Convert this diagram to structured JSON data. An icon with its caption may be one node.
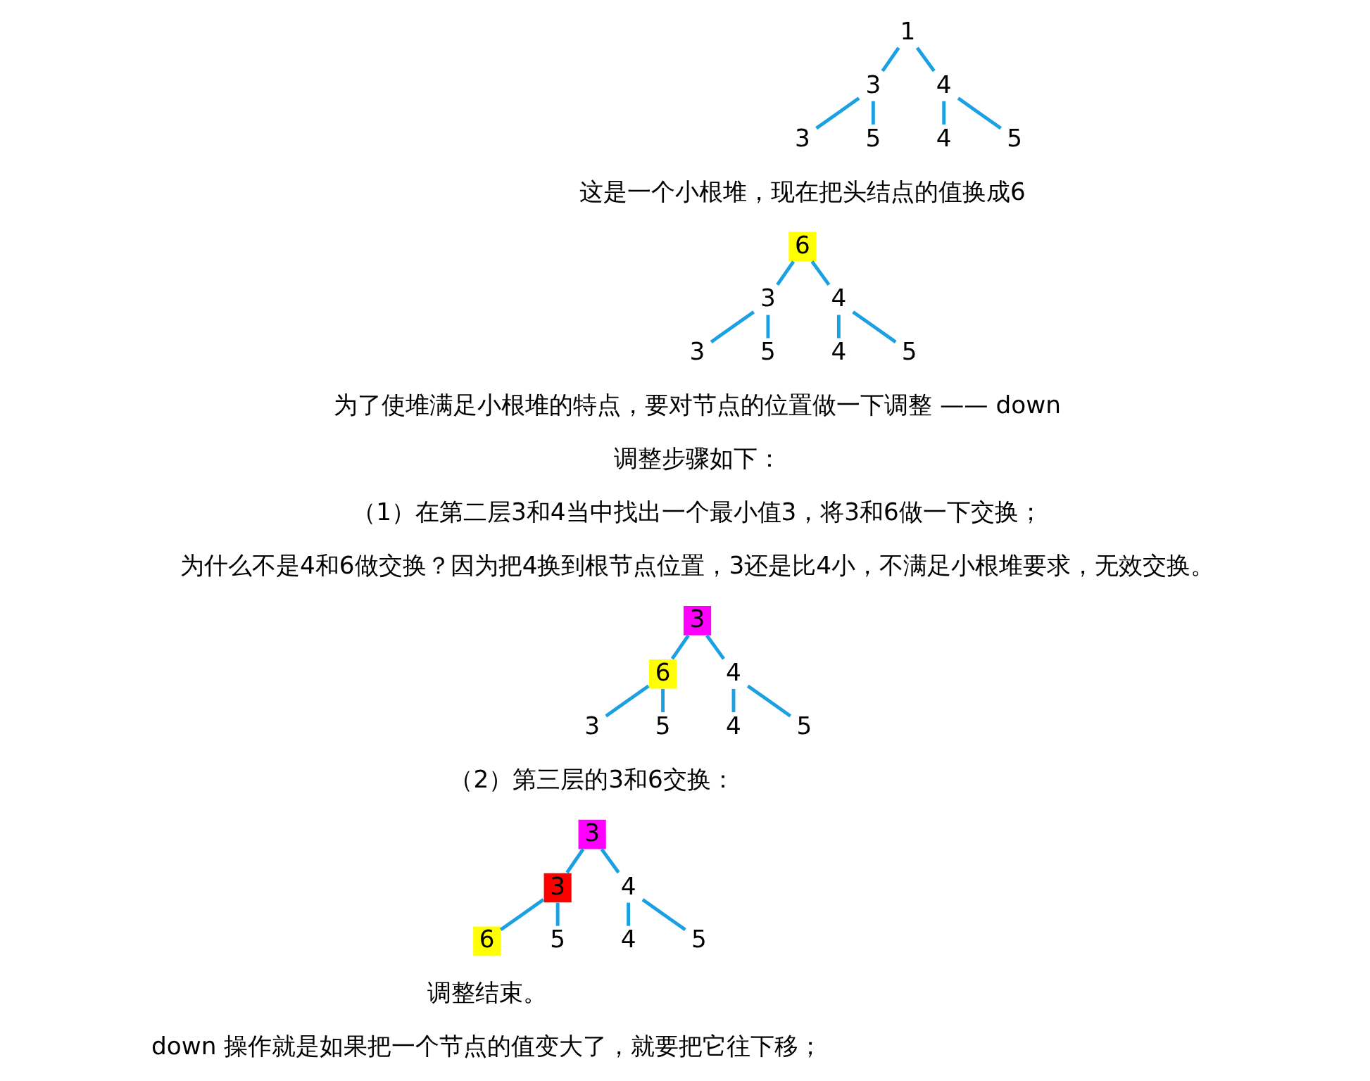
{
  "diagram": {
    "nodes": [
      {
        "text": [
          "1"
        ]
      },
      {
        "text": [
          "3"
        ]
      },
      {
        "text": [
          "4"
        ]
      },
      {
        "text": [
          "3"
        ]
      },
      {
        "text": [
          "5"
        ]
      },
      {
        "text": [
          "4"
        ]
      },
      {
        "text": [
          "5"
        ]
      },
      {
        "text": [
          "6"
        ]
      },
      {
        "text": [
          "3"
        ]
      },
      {
        "text": [
          "4"
        ]
      },
      {
        "text": [
          "3"
        ]
      },
      {
        "text": [
          "5"
        ]
      },
      {
        "text": [
          "4"
        ]
      },
      {
        "text": [
          "5"
        ]
      },
      {
        "text": [
          "3"
        ]
      },
      {
        "text": [
          "6"
        ]
      },
      {
        "text": [
          "4"
        ]
      },
      {
        "text": [
          "3"
        ]
      },
      {
        "text": [
          "5"
        ]
      },
      {
        "text": [
          "4"
        ]
      },
      {
        "text": [
          "5"
        ]
      },
      {
        "text": [
          "3"
        ]
      },
      {
        "text": [
          "3"
        ]
      },
      {
        "text": [
          "4"
        ]
      },
      {
        "text": [
          "6"
        ]
      },
      {
        "text": [
          "5"
        ]
      },
      {
        "text": [
          "4"
        ]
      },
      {
        "text": [
          "5"
        ]
      }
    ],
    "edges": [
      {
        "from": 0,
        "to": 1,
        "arrow": "none"
      },
      {
        "from": 0,
        "to": 2,
        "arrow": "none"
      },
      {
        "from": 1,
        "to": 3,
        "arrow": "none"
      },
      {
        "from": 1,
        "to": 4,
        "arrow": "none"
      },
      {
        "from": 2,
        "to": 5,
        "arrow": "none"
      },
      {
        "from": 2,
        "to": 6,
        "arrow": "none"
      },
      {
        "from": 7,
        "to": 8,
        "arrow": "none"
      },
      {
        "from": 7,
        "to": 9,
        "arrow": "none"
      },
      {
        "from": 8,
        "to": 10,
        "arrow": "none"
      },
      {
        "from": 8,
        "to": 11,
        "arrow": "none"
      },
      {
        "from": 9,
        "to": 12,
        "arrow": "none"
      },
      {
        "from": 9,
        "to": 13,
        "arrow": "none"
      },
      {
        "from": 14,
        "to": 15,
        "arrow": "none"
      },
      {
        "from": 14,
        "to": 16,
        "arrow": "none"
      },
      {
        "from": 15,
        "to": 17,
        "arrow": "none"
      },
      {
        "from": 15,
        "to": 18,
        "arrow": "none"
      },
      {
        "from": 16,
        "to": 19,
        "arrow": "none"
      },
      {
        "from": 16,
        "to": 20,
        "arrow": "none"
      },
      {
        "from": 21,
        "to": 22,
        "arrow": "none"
      },
      {
        "from": 21,
        "to": 23,
        "arrow": "none"
      },
      {
        "from": 22,
        "to": 24,
        "arrow": "none"
      },
      {
        "from": 22,
        "to": 25,
        "arrow": "none"
      },
      {
        "from": 23,
        "to": 26,
        "arrow": "none"
      },
      {
        "from": 23,
        "to": 27,
        "arrow": "none"
      }
    ],
    "labels": [
      "这是一个小根堆，现在把头结点的值换成6",
      "为了使堆满足小根堆的特点，要对节点的位置做一下调整 —— down",
      "调整步骤如下：",
      "（1）在第二层3和4当中找出一个最小值3，将3和6做一下交换；",
      "为什么不是4和6做交换？因为把4换到根节点位置，3还是比4小，不满足小根堆要求，无效交换。",
      "（2）第三层的3和6交换：",
      "调整结束。",
      "down 操作就是如果把一个节点的值变大了，就要把它往下移；"
    ]
  }
}
